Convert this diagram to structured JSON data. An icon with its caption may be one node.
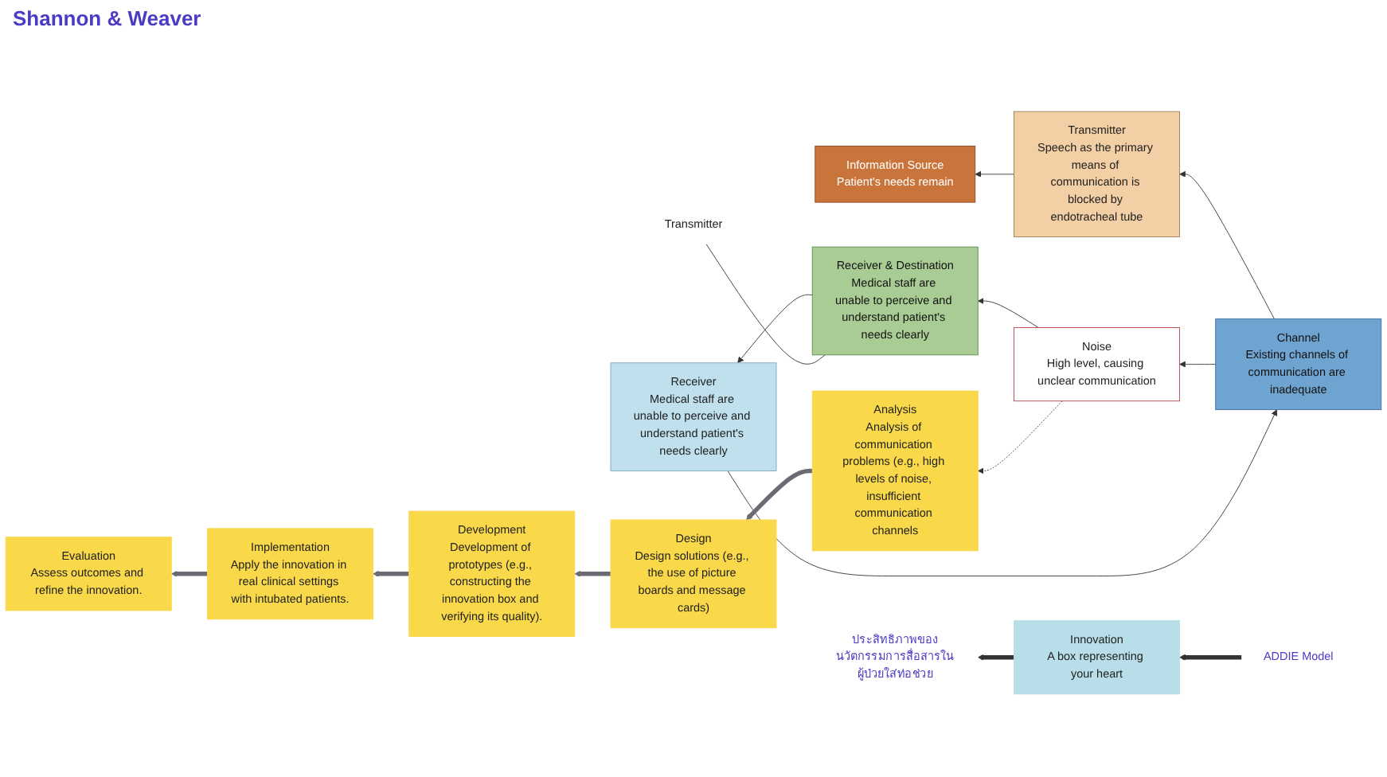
{
  "diagram": {
    "title": "Shannon & Weaver",
    "nodes": [
      {
        "text": [
          "Information Source",
          "Patient's needs remain"
        ]
      },
      {
        "text": [
          "Transmitter",
          "Speech as the primary means of communication is blocked by endotracheal tube"
        ]
      },
      {
        "text": [
          "Channel",
          "Existing channels of communication are inadequate"
        ]
      },
      {
        "text": [
          "Receiver",
          "Medical staff are unable to perceive and understand patient's needs clearly"
        ]
      },
      {
        "text": [
          "Receiver & Destination",
          "Medical staff are unable to perceive and understand patient's needs clearly"
        ]
      },
      {
        "text": [
          "Noise",
          "High level, causing unclear communication"
        ]
      },
      {
        "text": [
          "Transmitter"
        ]
      },
      {
        "text": [
          "ประสิทธิภาพของนวัตกรรมการสื่อสารในผู้ป่วยใส่ท่อช่วย"
        ]
      },
      {
        "text": [
          "Innovation",
          "A box representing your heart"
        ]
      },
      {
        "text": [
          "ADDIE Model"
        ]
      },
      {
        "text": [
          "Analysis",
          "Analysis of communication problems (e.g., high levels of noise, insufficient communication channels"
        ]
      },
      {
        "text": [
          "Design",
          "Design solutions (e.g., the use of picture boards and message cards)"
        ]
      },
      {
        "text": [
          "Development",
          "Development of prototypes (e.g., constructing the innovation box and verifying its quality)."
        ]
      },
      {
        "text": [
          "Implementation",
          "Apply the innovation in real clinical settings with intubated patients."
        ]
      },
      {
        "text": [
          "Evaluation",
          "Assess outcomes and refine the innovation."
        ]
      }
    ],
    "edges": [
      {
        "from": 1,
        "to": 0,
        "arrow": "to"
      },
      {
        "from": 2,
        "to": 1,
        "arrow": "to"
      },
      {
        "from": 3,
        "to": 2,
        "arrow": "to"
      },
      {
        "from": 4,
        "to": 3,
        "arrow": "to"
      },
      {
        "from": 2,
        "to": 5,
        "arrow": "to"
      },
      {
        "from": 5,
        "to": 4,
        "arrow": "to"
      },
      {
        "from": 4,
        "to": 6,
        "arrow": "none"
      },
      {
        "from": 5,
        "to": 10,
        "arrow": "to",
        "style": "dashed"
      },
      {
        "from": 8,
        "to": 7,
        "arrow": "to",
        "style": "thick"
      },
      {
        "from": 9,
        "to": 8,
        "arrow": "to",
        "style": "thick"
      },
      {
        "from": 10,
        "to": 11,
        "arrow": "to",
        "style": "thick",
        "color": "#6b6b73"
      },
      {
        "from": 11,
        "to": 12,
        "arrow": "to",
        "style": "thick",
        "color": "#6b6b73"
      },
      {
        "from": 12,
        "to": 13,
        "arrow": "to",
        "style": "thick",
        "color": "#6b6b73"
      },
      {
        "from": 13,
        "to": 14,
        "arrow": "to",
        "style": "thick",
        "color": "#6b6b73"
      }
    ]
  }
}
